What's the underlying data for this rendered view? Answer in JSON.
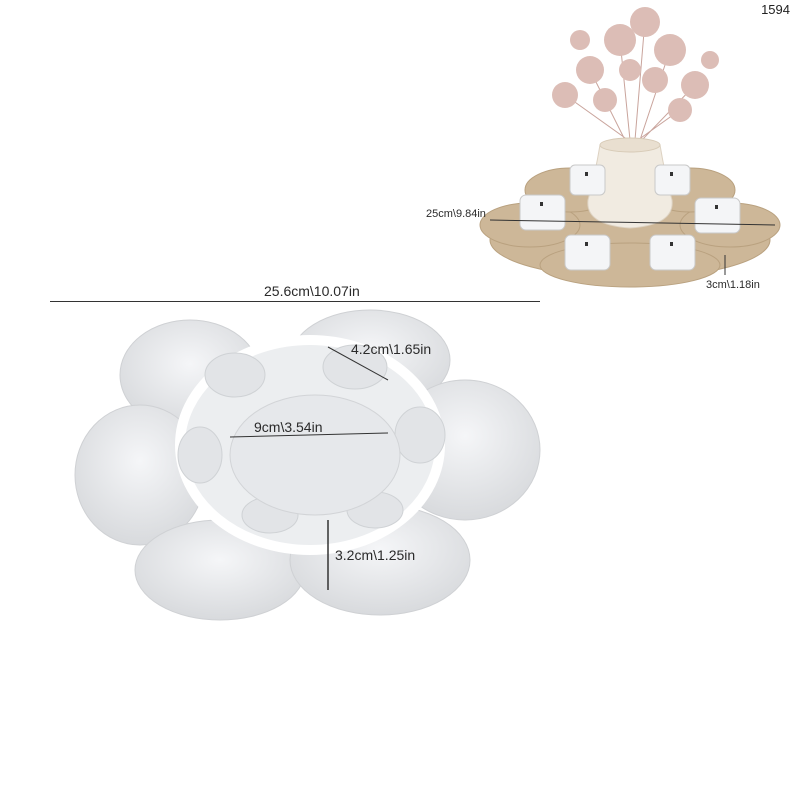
{
  "product_code": "1594",
  "mold": {
    "width_label": "25.6cm\\10.07in",
    "cup_label": "4.2cm\\1.65in",
    "center_label": "9cm\\3.54in",
    "height_label": "3.2cm\\1.25in"
  },
  "finished": {
    "width_label": "25cm\\9.84in",
    "height_label": "3cm\\1.18in"
  },
  "colors": {
    "mold": "#e9eaec",
    "tray": "#cdb798",
    "vase": "#f1ebe1",
    "flowers": "#d9b9b2"
  }
}
